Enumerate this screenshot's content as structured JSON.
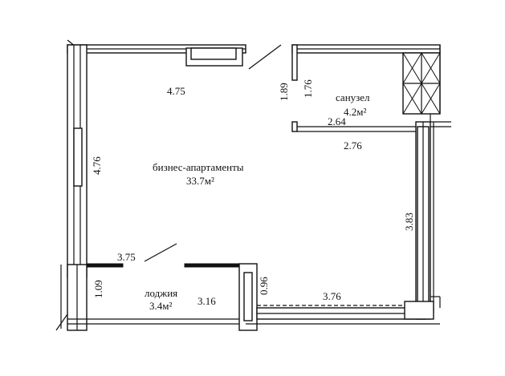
{
  "rooms": {
    "main": {
      "name": "бизнес-апартаменты",
      "area": "33.7м²"
    },
    "bathroom": {
      "name": "санузел",
      "area": "4.2м²"
    },
    "loggia": {
      "name": "лоджия",
      "area": "3.4м²"
    }
  },
  "dimensions": {
    "top_wall": "4.75",
    "left_wall": "4.76",
    "bathroom_top_1": "1.89",
    "bathroom_top_2": "1.76",
    "bathroom_width_inner": "2.64",
    "bathroom_width_outer": "2.76",
    "right_wall": "3.83",
    "partition": "3.75",
    "loggia_left": "1.09",
    "loggia_right": "3.16",
    "loggia_door": "0.96",
    "bottom_wall": "3.76"
  }
}
